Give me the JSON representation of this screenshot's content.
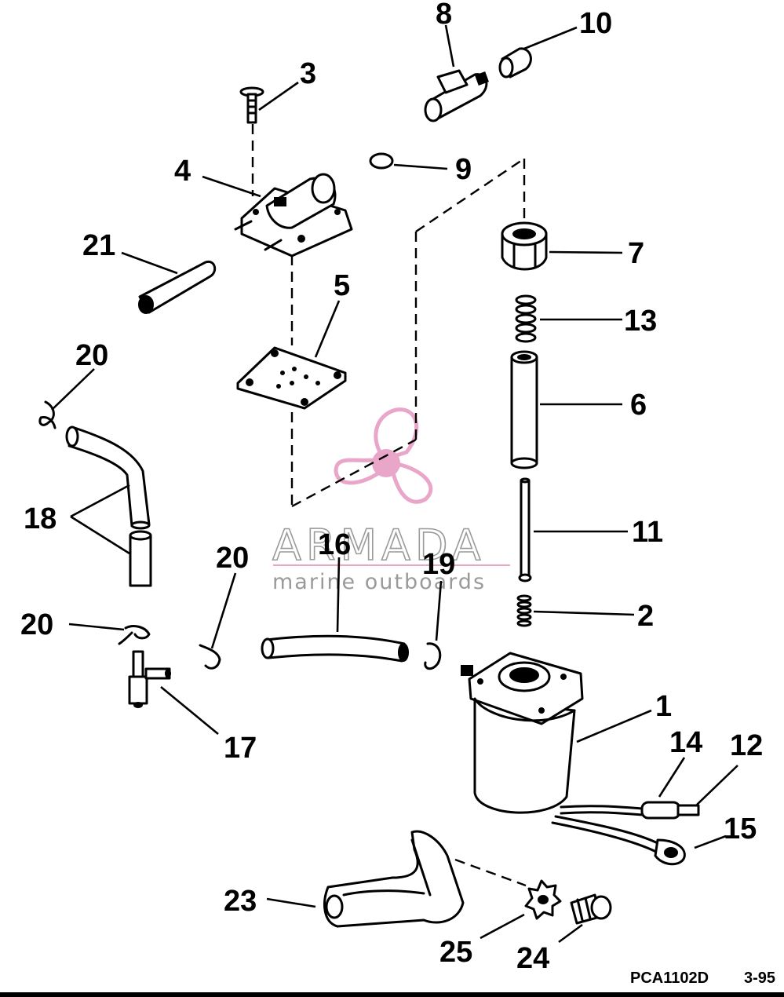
{
  "diagram": {
    "callouts": [
      {
        "id": "c1",
        "text": "1"
      },
      {
        "id": "c2",
        "text": "2"
      },
      {
        "id": "c3",
        "text": "3"
      },
      {
        "id": "c4",
        "text": "4"
      },
      {
        "id": "c5",
        "text": "5"
      },
      {
        "id": "c6",
        "text": "6"
      },
      {
        "id": "c7",
        "text": "7"
      },
      {
        "id": "c8",
        "text": "8"
      },
      {
        "id": "c9",
        "text": "9"
      },
      {
        "id": "c10",
        "text": "10"
      },
      {
        "id": "c11",
        "text": "11"
      },
      {
        "id": "c12",
        "text": "12"
      },
      {
        "id": "c13",
        "text": "13"
      },
      {
        "id": "c14",
        "text": "14"
      },
      {
        "id": "c15",
        "text": "15"
      },
      {
        "id": "c16",
        "text": "16"
      },
      {
        "id": "c17",
        "text": "17"
      },
      {
        "id": "c18",
        "text": "18"
      },
      {
        "id": "c19",
        "text": "19"
      },
      {
        "id": "c20a",
        "text": "20"
      },
      {
        "id": "c20b",
        "text": "20"
      },
      {
        "id": "c20c",
        "text": "20"
      },
      {
        "id": "c21",
        "text": "21"
      },
      {
        "id": "c23",
        "text": "23"
      },
      {
        "id": "c24",
        "text": "24"
      },
      {
        "id": "c25",
        "text": "25"
      }
    ],
    "drawing_code": "PCA1102D",
    "revision": "3-95"
  },
  "watermark": {
    "brand": "ARMADA",
    "tagline": "marine outboards",
    "logo_color": "#e9a6c9",
    "text_color": "#9a9a9a"
  }
}
